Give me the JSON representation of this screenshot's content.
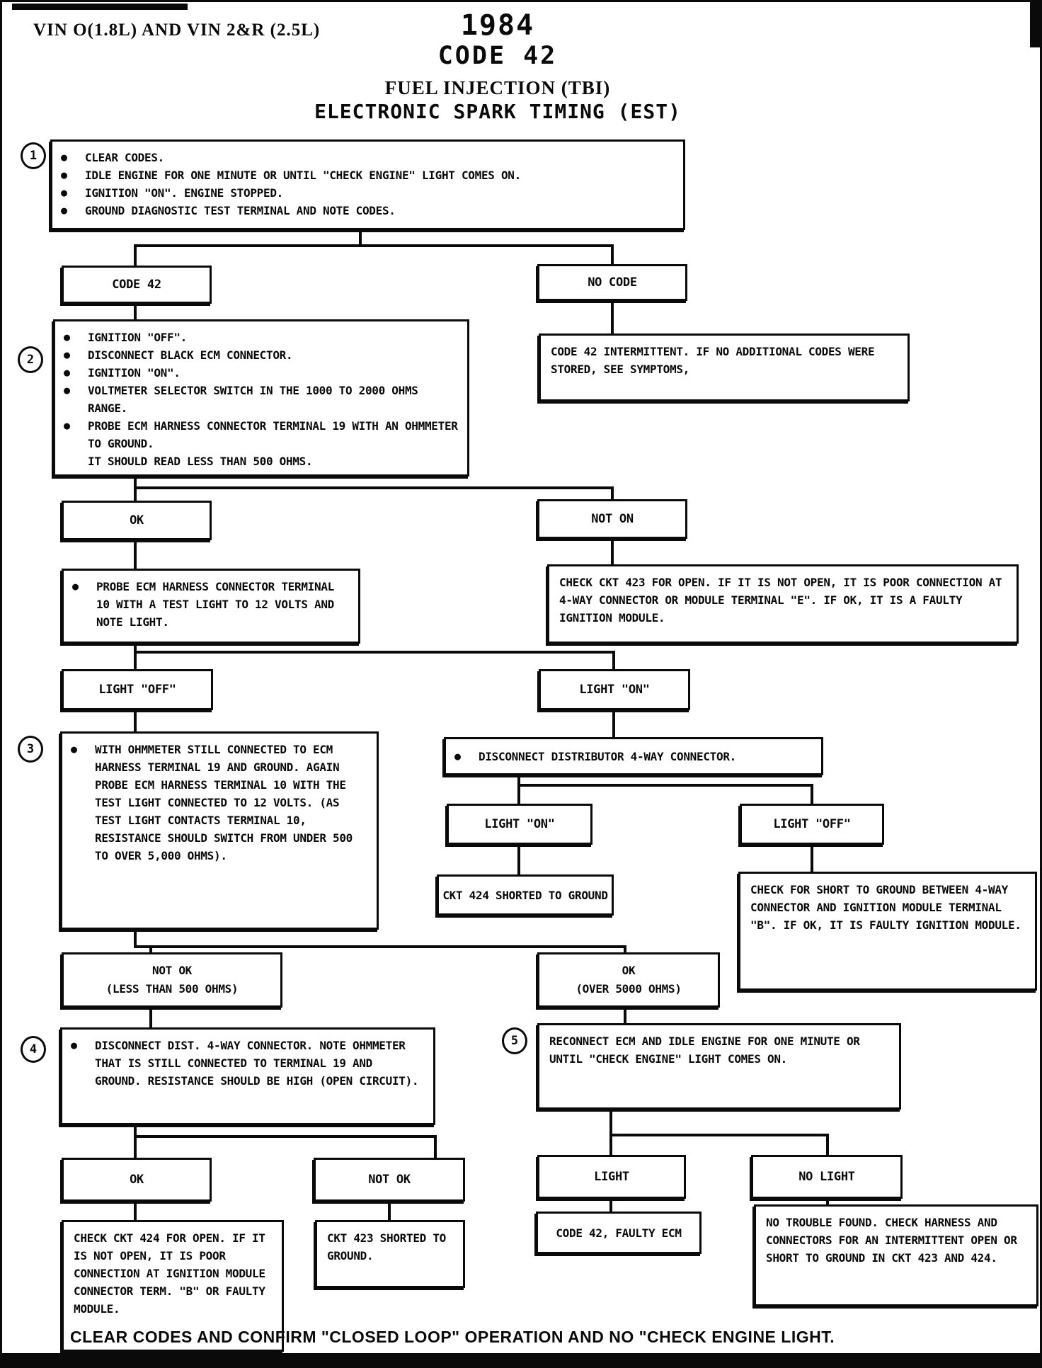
{
  "header": {
    "vin": "VIN O(1.8L) AND VIN 2&R (2.5L)",
    "year": "1984",
    "code": "CODE 42",
    "line1": "FUEL INJECTION (TBI)",
    "line2": "ELECTRONIC SPARK TIMING (EST)"
  },
  "icons": {
    "bullet": "●"
  },
  "step_numbers": {
    "s1": "1",
    "s2": "2",
    "s3": "3",
    "s4": "4",
    "s5": "5"
  },
  "box1": {
    "b0": "CLEAR CODES.",
    "b1": "IDLE ENGINE FOR ONE MINUTE OR UNTIL \"CHECK ENGINE\" LIGHT COMES ON.",
    "b2": "IGNITION \"ON\". ENGINE STOPPED.",
    "b3": "GROUND DIAGNOSTIC TEST TERMINAL AND NOTE CODES."
  },
  "labels": {
    "code42": "CODE 42",
    "no_code": "NO CODE",
    "ok1": "OK",
    "not_on": "NOT ON",
    "light_off1": "LIGHT \"OFF\"",
    "light_on1": "LIGHT \"ON\"",
    "light_on2": "LIGHT \"ON\"",
    "light_off2": "LIGHT \"OFF\"",
    "not_ok_500_l1": "NOT OK",
    "not_ok_500_l2": "(LESS THAN 500 OHMS)",
    "ok_5000_l1": "OK",
    "ok_5000_l2": "(OVER 5000 OHMS)",
    "ok3": "OK",
    "not_ok3": "NOT OK",
    "light": "LIGHT",
    "no_light": "NO LIGHT"
  },
  "box2": {
    "b0": "IGNITION \"OFF\".",
    "b1": "DISCONNECT BLACK ECM CONNECTOR.",
    "b2": "IGNITION \"ON\".",
    "b3": "VOLTMETER SELECTOR SWITCH IN THE 1000 TO 2000 OHMS RANGE.",
    "b4": "PROBE ECM HARNESS CONNECTOR TERMINAL 19 WITH AN OHMMETER TO GROUND.",
    "b5": "IT SHOULD READ LESS THAN 500 OHMS."
  },
  "intermittent": "CODE 42 INTERMITTENT.  IF NO ADDITIONAL CODES WERE STORED, SEE SYMPTOMS,",
  "probe10": "PROBE ECM HARNESS CONNECTOR TERMINAL 10 WITH A TEST LIGHT TO 12 VOLTS AND NOTE LIGHT.",
  "ckt423_open": "CHECK CKT 423 FOR OPEN.  IF IT IS NOT OPEN, IT IS POOR CONNECTION AT 4-WAY CONNECTOR OR MODULE TERMINAL \"E\".  IF OK, IT IS A FAULTY IGNITION MODULE.",
  "box3": "WITH OHMMETER STILL CONNECTED TO ECM HARNESS TERMINAL 19 AND GROUND. AGAIN PROBE ECM HARNESS TERMINAL 10 WITH THE TEST LIGHT CONNECTED TO 12 VOLTS. (AS TEST LIGHT CONTACTS TERMINAL 10, RESISTANCE SHOULD SWITCH FROM UNDER 500 TO OVER 5,000 OHMS).",
  "disconnect_dist": "DISCONNECT DISTRIBUTOR 4-WAY CONNECTOR.",
  "ckt424_shorted": "CKT 424 SHORTED TO GROUND",
  "short_check": "CHECK FOR SHORT TO GROUND BETWEEN 4-WAY CONNECTOR AND IGNITION MODULE TERMINAL \"B\". IF OK, IT IS FAULTY IGNITION MODULE.",
  "box4": "DISCONNECT DIST. 4-WAY CONNECTOR.  NOTE OHMMETER THAT IS STILL CONNECTED TO TERMINAL 19 AND GROUND.  RESISTANCE SHOULD BE HIGH (OPEN CIRCUIT).",
  "box5": "RECONNECT ECM AND IDLE ENGINE FOR ONE MINUTE OR UNTIL \"CHECK ENGINE\" LIGHT COMES ON.",
  "ckt424_open": "CHECK CKT 424 FOR OPEN. IF IT IS NOT OPEN, IT IS POOR CONNECTION AT IGNITION MODULE CONNECTOR TERM. \"B\" OR FAULTY MODULE.",
  "ckt423_shorted": "CKT 423 SHORTED TO GROUND.",
  "faulty_ecm": "CODE 42, FAULTY ECM",
  "no_trouble": "NO TROUBLE FOUND.  CHECK HARNESS AND CONNECTORS FOR AN INTERMITTENT OPEN OR SHORT TO GROUND IN CKT 423 AND 424.",
  "footer": "CLEAR CODES AND CONFIRM \"CLOSED LOOP\" OPERATION AND NO \"CHECK ENGINE LIGHT."
}
